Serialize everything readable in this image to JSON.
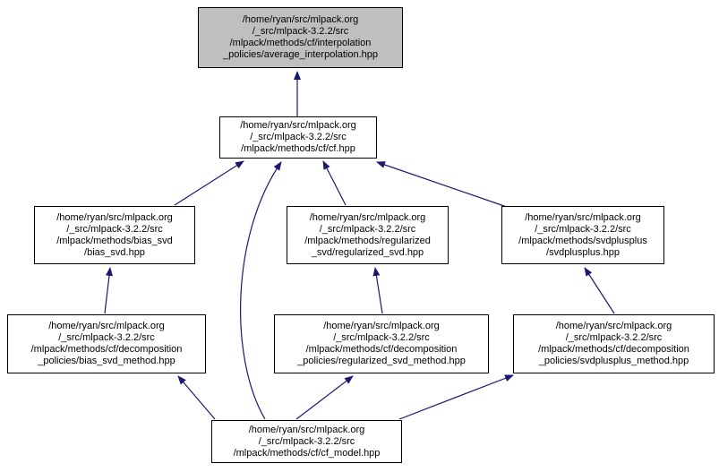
{
  "graph": {
    "type": "include-dependency-graph",
    "background_color": "#ffffff",
    "edge_color": "#191970",
    "node_border_color": "#000000",
    "node_fill_color": "#ffffff",
    "highlighted_node_fill_color": "#bfbfbf",
    "nodes": [
      {
        "id": "average-interpolation",
        "highlighted": true,
        "lines": [
          "/home/ryan/src/mlpack.org",
          "/_src/mlpack-3.2.2/src",
          "/mlpack/methods/cf/interpolation",
          "_policies/average_interpolation.hpp"
        ]
      },
      {
        "id": "cf",
        "highlighted": false,
        "lines": [
          "/home/ryan/src/mlpack.org",
          "/_src/mlpack-3.2.2/src",
          "/mlpack/methods/cf/cf.hpp"
        ]
      },
      {
        "id": "bias-svd",
        "highlighted": false,
        "lines": [
          "/home/ryan/src/mlpack.org",
          "/_src/mlpack-3.2.2/src",
          "/mlpack/methods/bias_svd",
          "/bias_svd.hpp"
        ]
      },
      {
        "id": "regularized-svd",
        "highlighted": false,
        "lines": [
          "/home/ryan/src/mlpack.org",
          "/_src/mlpack-3.2.2/src",
          "/mlpack/methods/regularized",
          "_svd/regularized_svd.hpp"
        ]
      },
      {
        "id": "svdplusplus",
        "highlighted": false,
        "lines": [
          "/home/ryan/src/mlpack.org",
          "/_src/mlpack-3.2.2/src",
          "/mlpack/methods/svdplusplus",
          "/svdplusplus.hpp"
        ]
      },
      {
        "id": "bias-svd-method",
        "highlighted": false,
        "lines": [
          "/home/ryan/src/mlpack.org",
          "/_src/mlpack-3.2.2/src",
          "/mlpack/methods/cf/decomposition",
          "_policies/bias_svd_method.hpp"
        ]
      },
      {
        "id": "regularized-svd-method",
        "highlighted": false,
        "lines": [
          "/home/ryan/src/mlpack.org",
          "/_src/mlpack-3.2.2/src",
          "/mlpack/methods/cf/decomposition",
          "_policies/regularized_svd_method.hpp"
        ]
      },
      {
        "id": "svdplusplus-method",
        "highlighted": false,
        "lines": [
          "/home/ryan/src/mlpack.org",
          "/_src/mlpack-3.2.2/src",
          "/mlpack/methods/cf/decomposition",
          "_policies/svdplusplus_method.hpp"
        ]
      },
      {
        "id": "cf-model",
        "highlighted": false,
        "lines": [
          "/home/ryan/src/mlpack.org",
          "/_src/mlpack-3.2.2/src",
          "/mlpack/methods/cf/cf_model.hpp"
        ]
      }
    ],
    "edges": [
      {
        "from": "cf",
        "to": "average-interpolation"
      },
      {
        "from": "bias-svd",
        "to": "cf"
      },
      {
        "from": "cf-model",
        "to": "cf"
      },
      {
        "from": "regularized-svd",
        "to": "cf"
      },
      {
        "from": "svdplusplus",
        "to": "cf"
      },
      {
        "from": "bias-svd-method",
        "to": "bias-svd"
      },
      {
        "from": "regularized-svd-method",
        "to": "regularized-svd"
      },
      {
        "from": "svdplusplus-method",
        "to": "svdplusplus"
      },
      {
        "from": "cf-model",
        "to": "bias-svd-method"
      },
      {
        "from": "cf-model",
        "to": "regularized-svd-method"
      },
      {
        "from": "cf-model",
        "to": "svdplusplus-method"
      }
    ]
  }
}
